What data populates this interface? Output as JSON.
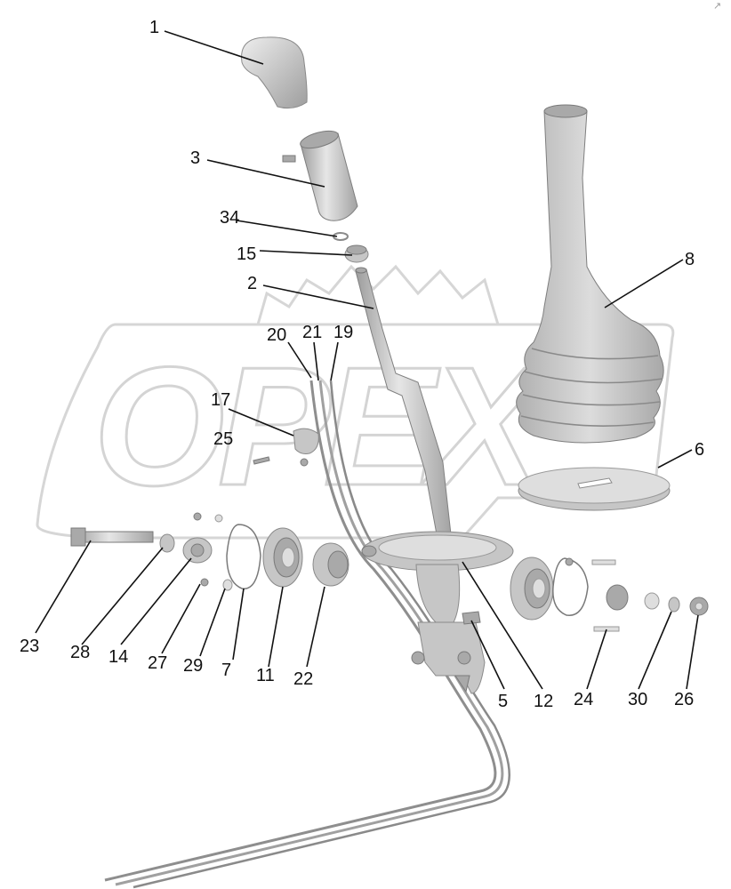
{
  "watermark": "OPEX",
  "corner_mark": "↗",
  "callouts": {
    "c1": "1",
    "c3": "3",
    "c34": "34",
    "c15": "15",
    "c2": "2",
    "c20": "20",
    "c21": "21",
    "c19": "19",
    "c17": "17",
    "c25": "25",
    "c8": "8",
    "c6": "6",
    "c23": "23",
    "c28": "28",
    "c14": "14",
    "c27": "27",
    "c29": "29",
    "c7": "7",
    "c11": "11",
    "c22": "22",
    "c5": "5",
    "c12": "12",
    "c24": "24",
    "c30": "30",
    "c26": "26"
  }
}
